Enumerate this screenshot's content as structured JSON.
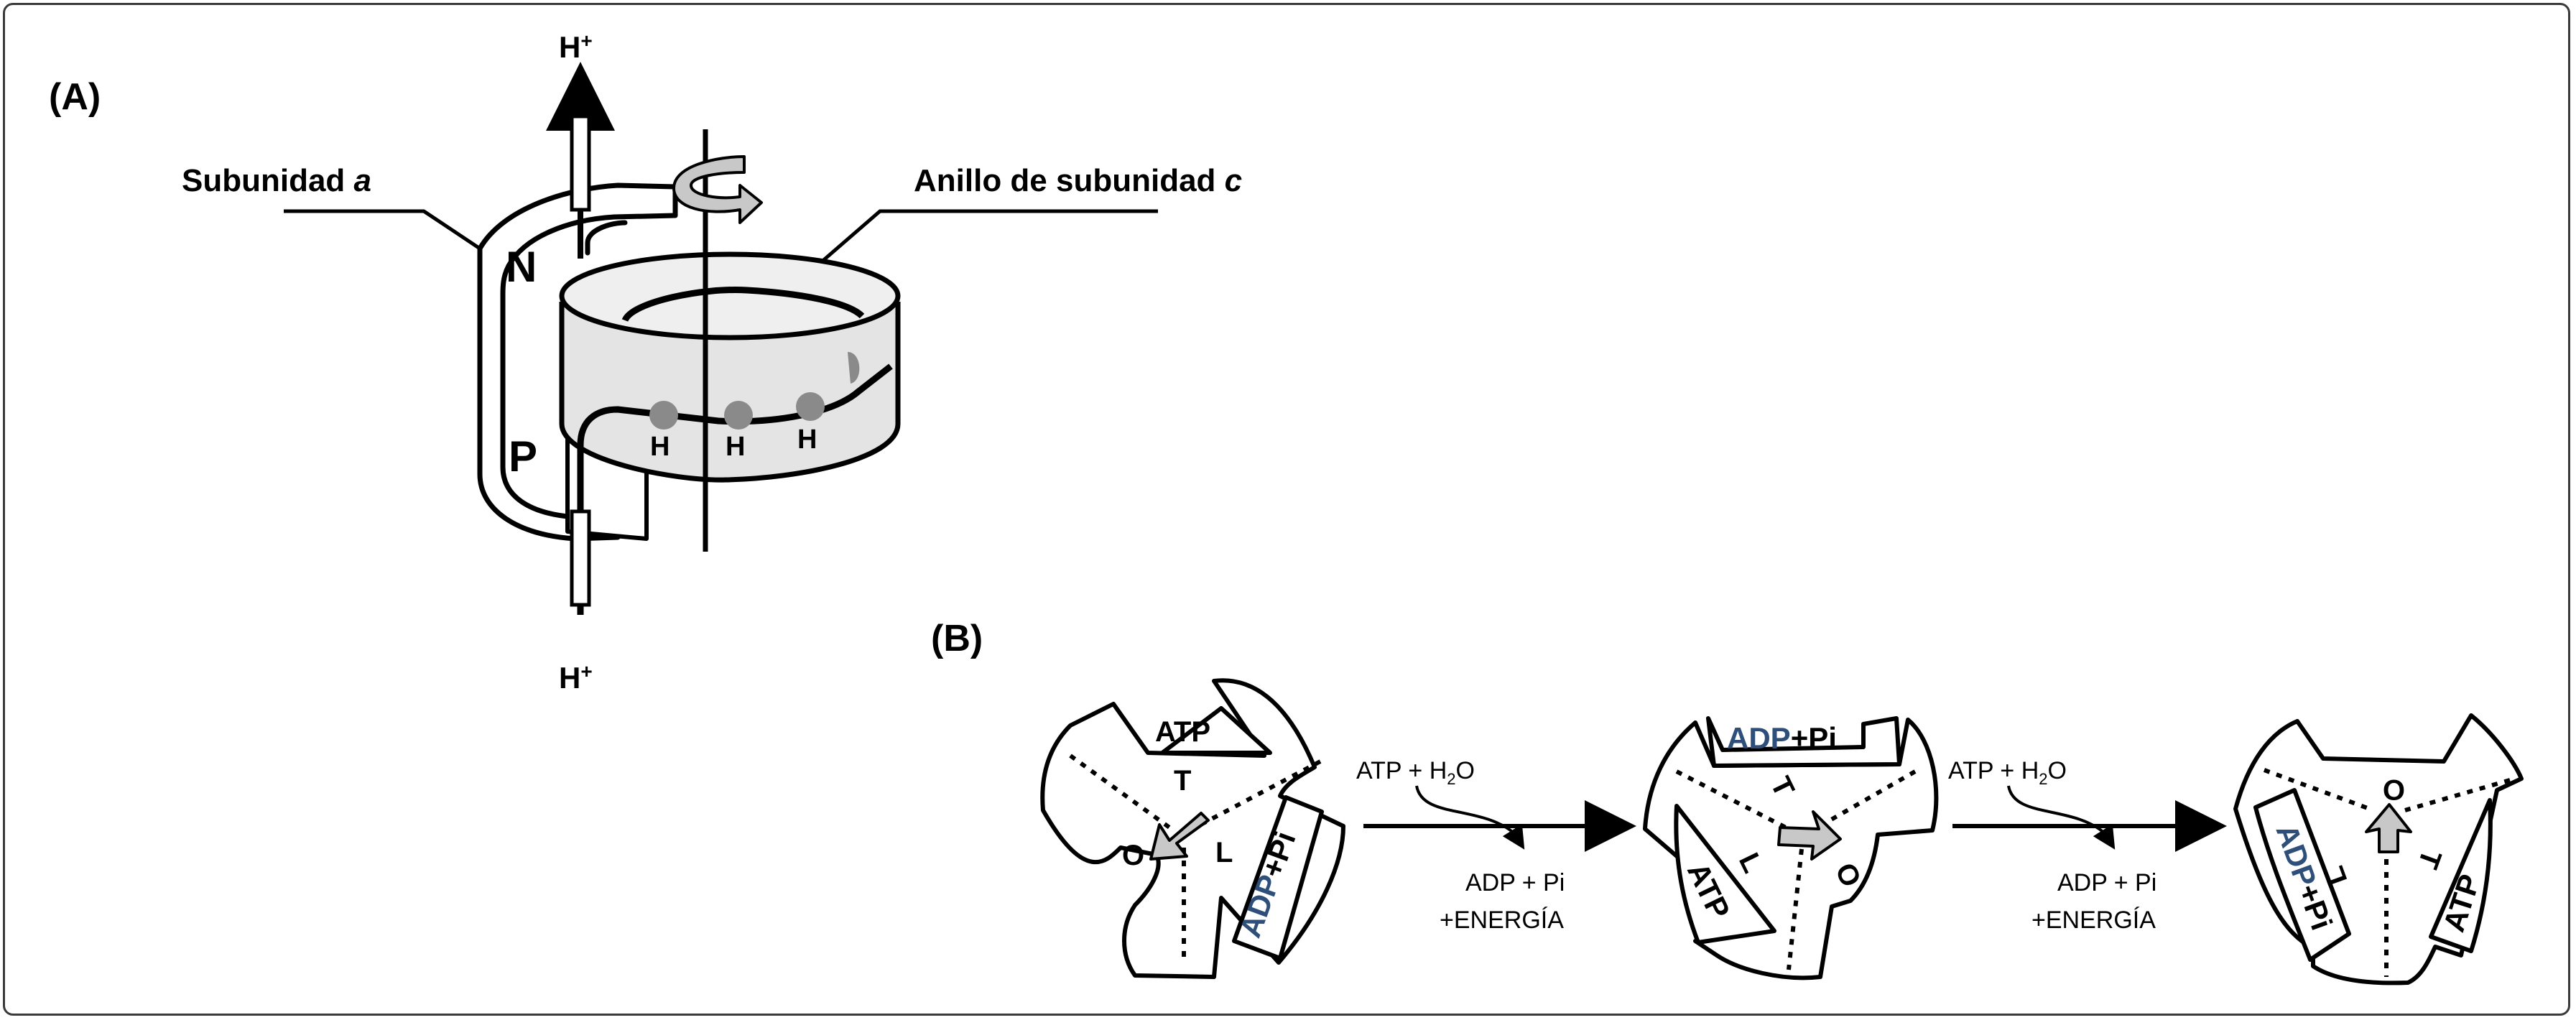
{
  "panel_a": {
    "label": "(A)",
    "subunit_a_label": "Subunidad",
    "subunit_a_italic": "a",
    "ring_label": "Anillo de subunidad",
    "ring_label_italic": "c",
    "proton_top": "H",
    "proton_top_sup": "+",
    "proton_bottom": "H",
    "proton_bottom_sup": "+",
    "side_n": "N",
    "side_p": "P",
    "ring_sites": [
      "H",
      "H",
      "H"
    ]
  },
  "panel_b": {
    "label": "(B)",
    "states": [
      {
        "atp": "ATP",
        "adp": "ADP",
        "pi": "+Pi",
        "t": "T",
        "o": "O",
        "l": "L"
      },
      {
        "atp": "ATP",
        "adp": "ADP",
        "pi": "+Pi",
        "t": "T",
        "o": "O",
        "l": "L"
      },
      {
        "atp": "ATP",
        "adp": "ADP",
        "pi": "+Pi",
        "t": "T",
        "o": "O",
        "l": "L"
      }
    ],
    "steps": [
      {
        "input_a": "ATP + H",
        "input_sub": "2",
        "input_b": "O",
        "output_1": "ADP + Pi",
        "output_2": "+ENERGÍA"
      },
      {
        "input_a": "ATP + H",
        "input_sub": "2",
        "input_b": "O",
        "output_1": "ADP + Pi",
        "output_2": "+ENERGÍA"
      }
    ]
  },
  "colors": {
    "atp": "#7b2a2a",
    "adp": "#2e4f7a",
    "arrow_fill": "#c8c8c8",
    "ring_fill": "#e8e8e8",
    "dot": "#8a8a8a"
  }
}
